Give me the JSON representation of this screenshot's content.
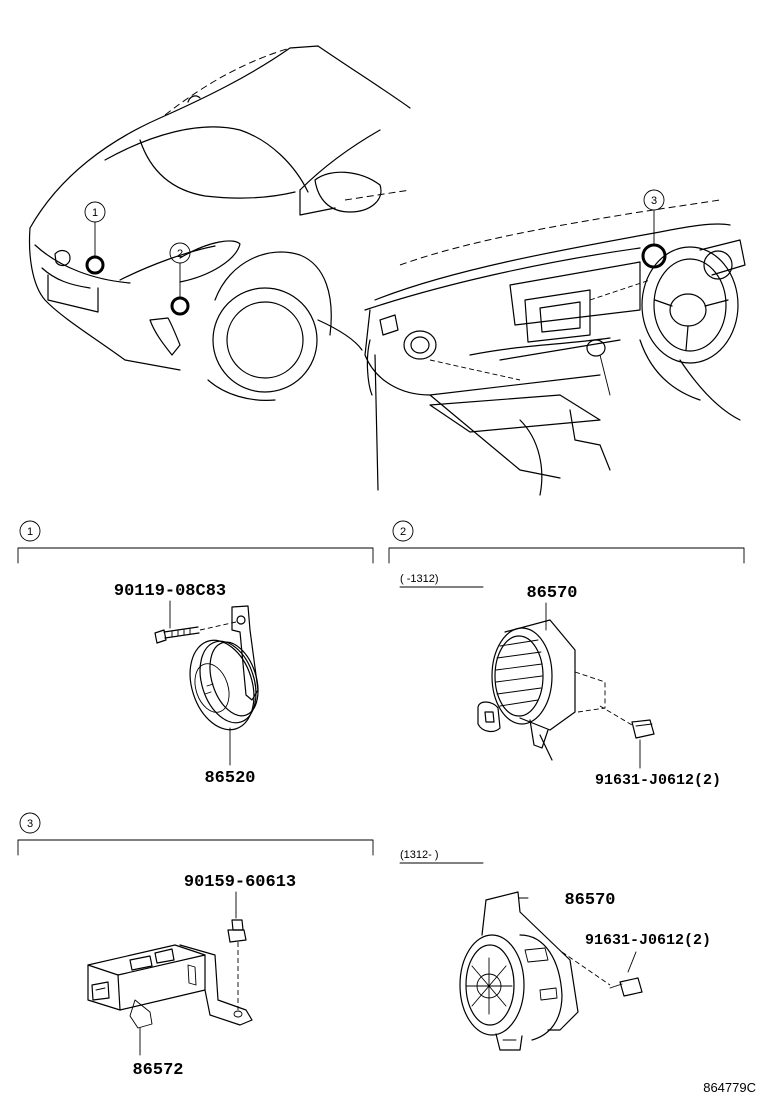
{
  "overview": {
    "callouts": [
      "1",
      "2",
      "3"
    ]
  },
  "sections": [
    {
      "id": "1",
      "parts": [
        {
          "number": "90119-08C83",
          "role": "bolt"
        },
        {
          "number": "86520",
          "role": "horn"
        }
      ]
    },
    {
      "id": "2",
      "variants": [
        {
          "range": "(      -1312)",
          "parts": [
            {
              "number": "86570",
              "role": "horn"
            },
            {
              "number": "91631-J0612(2)",
              "role": "screw"
            }
          ]
        },
        {
          "range": "(1312-      )",
          "parts": [
            {
              "number": "86570",
              "role": "horn"
            },
            {
              "number": "91631-J0612(2)",
              "role": "screw"
            }
          ]
        }
      ]
    },
    {
      "id": "3",
      "parts": [
        {
          "number": "90159-60613",
          "role": "bolt"
        },
        {
          "number": "86572",
          "role": "module"
        }
      ]
    }
  ],
  "illustration_code": "864779C"
}
